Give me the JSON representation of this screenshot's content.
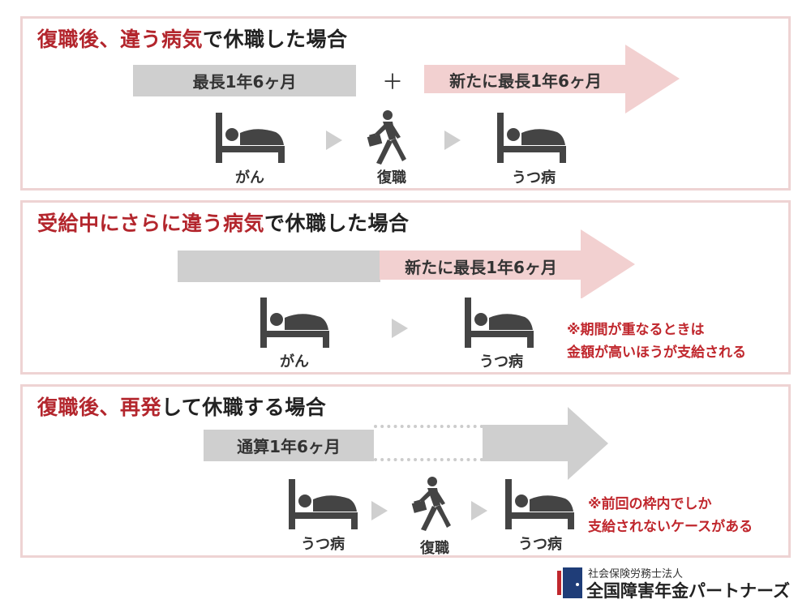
{
  "panels": [
    {
      "title_red1": "復職後、",
      "title_red2": "違う病気",
      "title_dark": "で休職した場合",
      "bar1_label": "最長1年6ヶ月",
      "plus": "＋",
      "arrow_label": "新たに最長1年6ヶ月",
      "captions": [
        "がん",
        "復職",
        "うつ病"
      ]
    },
    {
      "title_red": "受給中にさらに違う病気",
      "title_dark": "で休職した場合",
      "arrow_label": "新たに最長1年6ヶ月",
      "captions": [
        "がん",
        "うつ病"
      ],
      "note_line1": "※期間が重なるときは",
      "note_line2": "金額が高いほうが支給される"
    },
    {
      "title_red1": "復職後、",
      "title_red2": "再発",
      "title_dark": "して休職する場合",
      "bar1_label": "通算1年6ヶ月",
      "captions": [
        "うつ病",
        "復職",
        "うつ病"
      ],
      "note_line1": "※前回の枠内でしか",
      "note_line2": "支給されないケースがある"
    }
  ],
  "logo": {
    "small": "社会保険労務士法人",
    "big": "全国障害年金パートナーズ"
  },
  "colors": {
    "accent_red": "#b3262d",
    "panel_border": "#eed3d3",
    "pink_arrow": "#f2d0d0",
    "gray_bar": "#cfcfcf",
    "icon": "#444444",
    "logo_blue": "#1f3d78"
  },
  "icons": [
    "bed-icon",
    "walking-businessman-icon",
    "play-triangle-icon",
    "logo-door-icon"
  ]
}
